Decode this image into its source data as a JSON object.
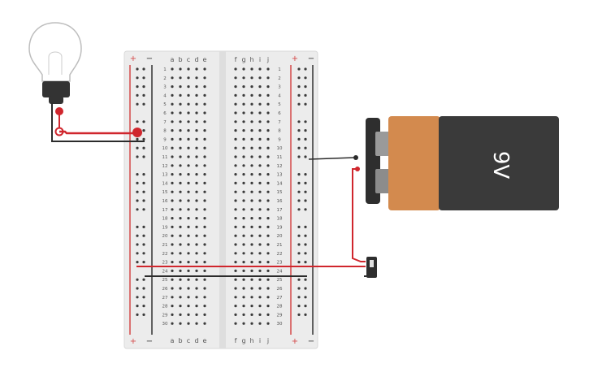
{
  "breadboard": {
    "row_count": 30,
    "left_columns": [
      "a",
      "b",
      "c",
      "d",
      "e"
    ],
    "right_columns": [
      "f",
      "g",
      "h",
      "i",
      "j"
    ],
    "rail_plus": "+",
    "rail_minus": "−"
  },
  "battery": {
    "label": "9V"
  },
  "colors": {
    "wire_red": "#d0262d",
    "wire_black": "#2b2b2b",
    "rail_red": "#d44a4a",
    "rail_black": "#333333",
    "board": "#ececec",
    "hole": "#3a3a3a",
    "battery_orange": "#d38a4e",
    "battery_black": "#3a3a3a"
  },
  "components": [
    "light-bulb",
    "breadboard",
    "9v-battery",
    "slide-switch"
  ]
}
